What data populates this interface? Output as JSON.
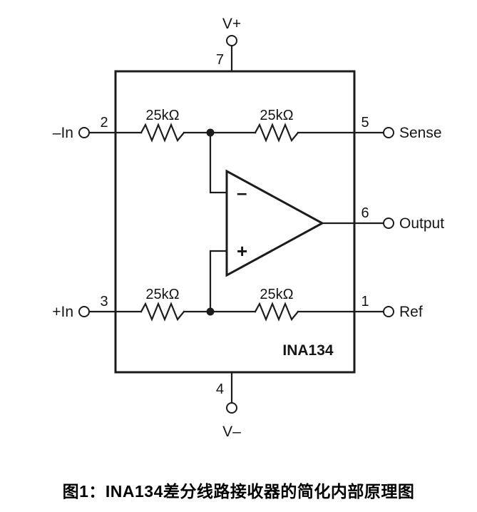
{
  "figure": {
    "caption": "图1：INA134差分线路接收器的简化内部原理图"
  },
  "schematic": {
    "chip_name": "INA134",
    "supply_top": {
      "pin": "7",
      "label": "V+"
    },
    "supply_bottom": {
      "pin": "4",
      "label": "V–"
    },
    "neg_input": {
      "pin": "2",
      "label": "–In"
    },
    "pos_input": {
      "pin": "3",
      "label": "+In"
    },
    "sense": {
      "pin": "5",
      "label": "Sense"
    },
    "output": {
      "pin": "6",
      "label": "Output"
    },
    "ref": {
      "pin": "1",
      "label": "Ref"
    },
    "resistor_top_left": "25kΩ",
    "resistor_top_right": "25kΩ",
    "resistor_bottom_left": "25kΩ",
    "resistor_bottom_right": "25kΩ",
    "opamp_minus": "–",
    "opamp_plus": "+",
    "colors": {
      "line": "#1c1c1c",
      "background": "#ffffff"
    }
  }
}
